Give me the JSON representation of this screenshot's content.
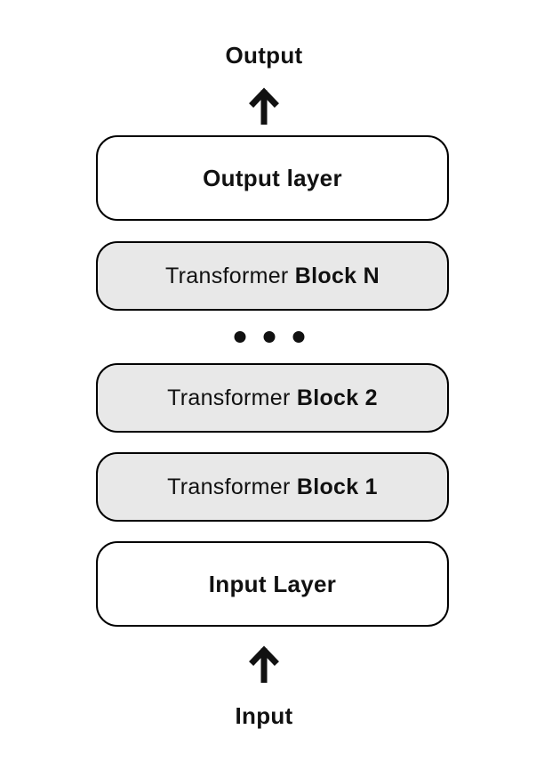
{
  "diagram": {
    "output_label": "Output",
    "input_label": "Input",
    "boxes": [
      {
        "id": "output-layer",
        "label": "Output layer",
        "style": "io"
      },
      {
        "id": "transformer-block-n",
        "prefix": "Transformer",
        "label": "Block N",
        "style": "block"
      },
      {
        "id": "transformer-block-2",
        "prefix": "Transformer",
        "label": "Block 2",
        "style": "block"
      },
      {
        "id": "transformer-block-1",
        "prefix": "Transformer",
        "label": "Block 1",
        "style": "block"
      },
      {
        "id": "input-layer",
        "label": "Input Layer",
        "style": "io"
      }
    ],
    "ellipsis_dot_count": 3,
    "arrows": [
      "up-arrow-top",
      "up-arrow-bottom"
    ]
  },
  "colors": {
    "text_color": "#111111",
    "box_border": "#000000",
    "block_fill": "#e8e8e8",
    "io_fill": "#ffffff",
    "page_bg": "#ffffff"
  }
}
